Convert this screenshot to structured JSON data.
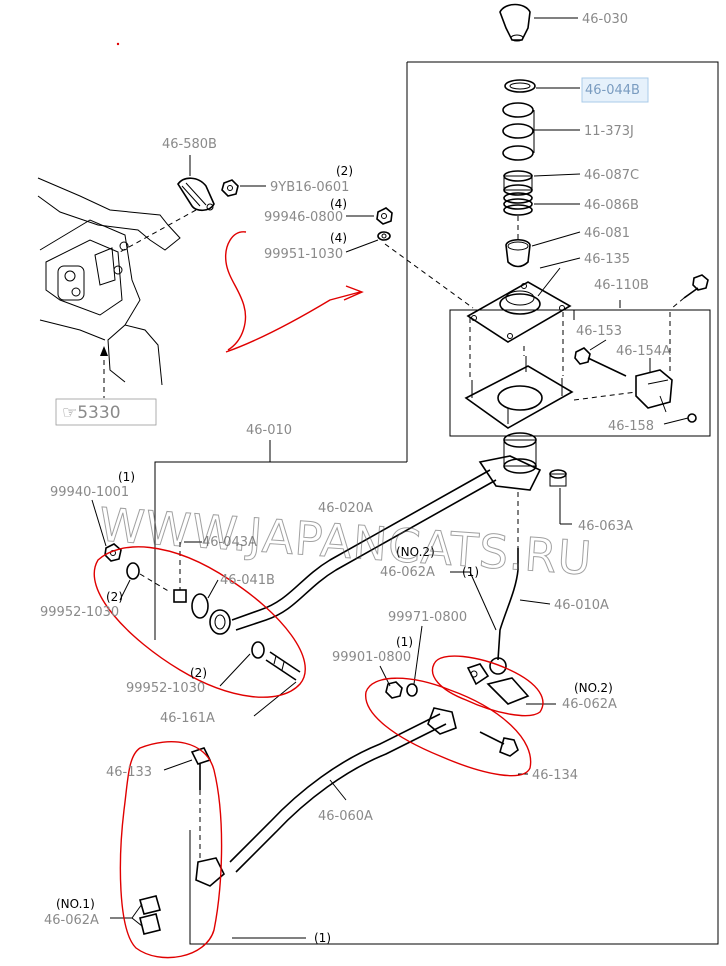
{
  "watermark": "WWW.JAPANCATS.RU",
  "ref_arrow_label": "☞5330",
  "highlighted_label": "46-044B",
  "labels": [
    {
      "id": "l-46-030",
      "text": "46-030"
    },
    {
      "id": "l-46-044b",
      "text": "46-044B"
    },
    {
      "id": "l-11-373j",
      "text": "11-373J"
    },
    {
      "id": "l-46-087c",
      "text": "46-087C"
    },
    {
      "id": "l-46-086b",
      "text": "46-086B"
    },
    {
      "id": "l-46-081",
      "text": "46-081"
    },
    {
      "id": "l-46-135",
      "text": "46-135"
    },
    {
      "id": "l-46-110b",
      "text": "46-110B"
    },
    {
      "id": "l-46-153a",
      "text": "46-153"
    },
    {
      "id": "l-46-154a",
      "text": "46-154A"
    },
    {
      "id": "l-46-158",
      "text": "46-158"
    },
    {
      "id": "l-46-580b",
      "text": "46-580B"
    },
    {
      "id": "l-9yb16",
      "text": "9YB16-0601"
    },
    {
      "id": "l-99946",
      "text": "99946-0800"
    },
    {
      "id": "l-99951",
      "text": "99951-1030"
    },
    {
      "id": "l-46-010",
      "text": "46-010"
    },
    {
      "id": "l-99940",
      "text": "99940-1001"
    },
    {
      "id": "l-46-020a",
      "text": "46-020A"
    },
    {
      "id": "l-46-043a",
      "text": "46-043A"
    },
    {
      "id": "l-46-041b",
      "text": "46-041B"
    },
    {
      "id": "l-99952a",
      "text": "99952-1030"
    },
    {
      "id": "l-46-063a",
      "text": "46-063A"
    },
    {
      "id": "l-46-062a-top",
      "text": "46-062A"
    },
    {
      "id": "l-46-010a",
      "text": "46-010A"
    },
    {
      "id": "l-99971",
      "text": "99971-0800"
    },
    {
      "id": "l-99901",
      "text": "99901-0800"
    },
    {
      "id": "l-46-062a-right",
      "text": "46-062A"
    },
    {
      "id": "l-99952b",
      "text": "99952-1030"
    },
    {
      "id": "l-46-161a",
      "text": "46-161A"
    },
    {
      "id": "l-46-134",
      "text": "46-134"
    },
    {
      "id": "l-46-133",
      "text": "46-133"
    },
    {
      "id": "l-46-060a",
      "text": "46-060A"
    },
    {
      "id": "l-46-062a-left",
      "text": "46-062A"
    }
  ],
  "quantities": [
    {
      "id": "q-9yb16",
      "text": "(2)"
    },
    {
      "id": "q-99946",
      "text": "(4)"
    },
    {
      "id": "q-99951",
      "text": "(4)"
    },
    {
      "id": "q-99940",
      "text": "(1)"
    },
    {
      "id": "q-no2-top",
      "text": "(NO.2)"
    },
    {
      "id": "q-99952a",
      "text": "(2)"
    },
    {
      "id": "q-46-062a-top",
      "text": "(1)"
    },
    {
      "id": "q-99901",
      "text": "(1)"
    },
    {
      "id": "q-no2-right",
      "text": "(NO.2)"
    },
    {
      "id": "q-99952b",
      "text": "(2)"
    },
    {
      "id": "q-no1",
      "text": "(NO.1)"
    },
    {
      "id": "q-bottom",
      "text": "(1)"
    }
  ]
}
